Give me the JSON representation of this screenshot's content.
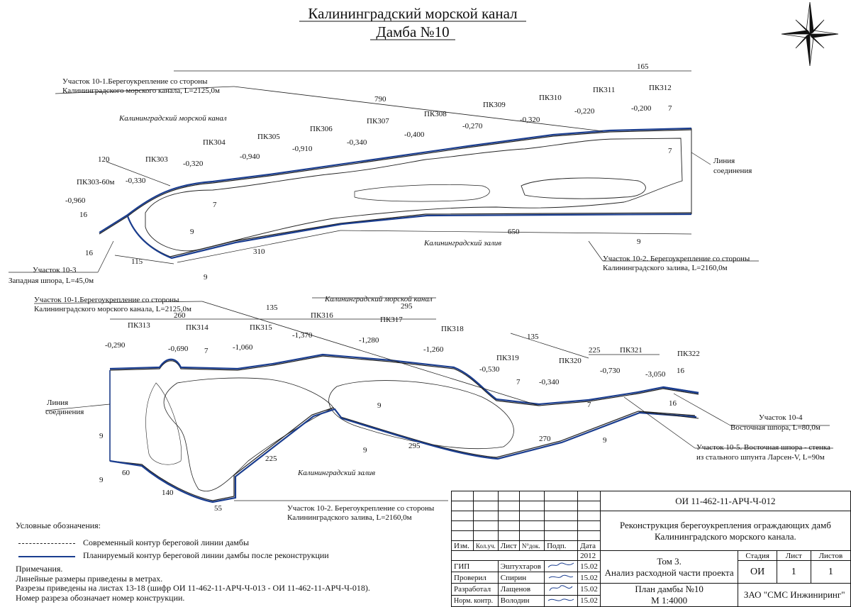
{
  "title": {
    "line1": "Калининградский морской канал",
    "line2": "Дамба №10"
  },
  "upper": {
    "section_10_1": [
      "Участок 10-1.Берегоукрепление со стороны",
      "Калининградского морского канала, L=2125,0м"
    ],
    "section_10_2": [
      "Участок 10-2. Берегоукрепление со стороны",
      "Калининградского залива, L=2160,0м"
    ],
    "section_10_3": [
      "Участок 10-3",
      "Западная шпора, L=45,0м"
    ],
    "canal": "Калининградский морской канал",
    "bay": "Калининградский залив",
    "junction": [
      "Линия",
      "соединения"
    ],
    "pickets": [
      "ПК303-60м",
      "ПК303",
      "ПК304",
      "ПК305",
      "ПК306",
      "ПК307",
      "ПК308",
      "ПК309",
      "ПК310",
      "ПК311",
      "ПК312"
    ],
    "depths": [
      "-0,960",
      "-0,330",
      "-0,320",
      "-0,940",
      "-0,910",
      "-0,340",
      "-0,400",
      "-0,270",
      "-0,320",
      "-0,220",
      "-0,200"
    ],
    "dims": [
      "165",
      "790",
      "120",
      "16",
      "16",
      "115",
      "310",
      "650",
      "9",
      "9",
      "9",
      "7",
      "7",
      "7"
    ]
  },
  "lower": {
    "section_10_1": [
      "Участок 10-1.Берегоукрепление со стороны",
      "Калининградского морского канала, L=2125,0м"
    ],
    "section_10_2": [
      "Участок 10-2. Берегоукрепление со стороны",
      "Калининградского залива, L=2160,0м"
    ],
    "section_10_4": [
      "Участок 10-4",
      "Восточная шпора, L=80,0м"
    ],
    "section_10_5": [
      "Участок 10-5. Восточная шпора - стенка",
      "из стального шпунта Ларсен-V, L=90м"
    ],
    "canal": "Калининградский морской канал",
    "bay": "Калининградский залив",
    "junction": [
      "Линия",
      "соединения"
    ],
    "pickets": [
      "ПК313",
      "ПК314",
      "ПК315",
      "ПК316",
      "ПК317",
      "ПК318",
      "ПК319",
      "ПК320",
      "ПК321",
      "ПК322"
    ],
    "depths": [
      "-0,290",
      "-0,690",
      "-1,060",
      "-1,370",
      "-1,280",
      "-1,260",
      "-0,530",
      "-0,340",
      "-0,730",
      "-3,050"
    ],
    "dims": [
      "260",
      "135",
      "295",
      "135",
      "225",
      "16",
      "16",
      "9",
      "9",
      "9",
      "9",
      "9",
      "60",
      "140",
      "55",
      "225",
      "295",
      "270",
      "7",
      "7",
      "7"
    ]
  },
  "legend": {
    "heading": "Условные обозначения:",
    "current": "Современный контур береговой линии дамбы",
    "planned": "Планируемый контур береговой линии дамбы после реконструкции"
  },
  "notes": {
    "heading": "Примечания.",
    "lines": [
      "Линейные размеры приведены в метрах.",
      "Разрезы приведены на листах 13-18 (шифр ОИ 11-462-11-АРЧ-Ч-013 - ОИ 11-462-11-АРЧ-Ч-018).",
      "Номер разреза обозначает номер конструкции."
    ]
  },
  "stamp": {
    "code": "ОИ 11-462-11-АРЧ-Ч-012",
    "project": [
      "Реконструкция берегоукрепления ограждающих дамб",
      "Калининградского морского канала."
    ],
    "volume": [
      "Том 3.",
      "Анализ расходной части проекта"
    ],
    "sheet_title": [
      "План дамбы №10",
      "М 1:4000"
    ],
    "company": "ЗАО \"СМС Инжиниринг\"",
    "headers": [
      "Изм.",
      "Кол.уч.",
      "Лист",
      "N°док.",
      "Подп.",
      "Дата"
    ],
    "year": "2012",
    "people": [
      {
        "role": "ГИП",
        "name": "Эштухтаров",
        "date": "15.02"
      },
      {
        "role": "Проверил",
        "name": "Спирин",
        "date": "15.02"
      },
      {
        "role": "Разработал",
        "name": "Лащенов",
        "date": "15.02"
      },
      {
        "role": "Норм. контр.",
        "name": "Володин",
        "date": "15.02"
      }
    ],
    "stage_header": "Стадия",
    "sheet_header": "Лист",
    "sheets_header": "Листов",
    "stage": "ОИ",
    "sheet": "1",
    "sheets": "1"
  },
  "colors": {
    "planned": "#1a3d8f",
    "current": "#222222"
  }
}
